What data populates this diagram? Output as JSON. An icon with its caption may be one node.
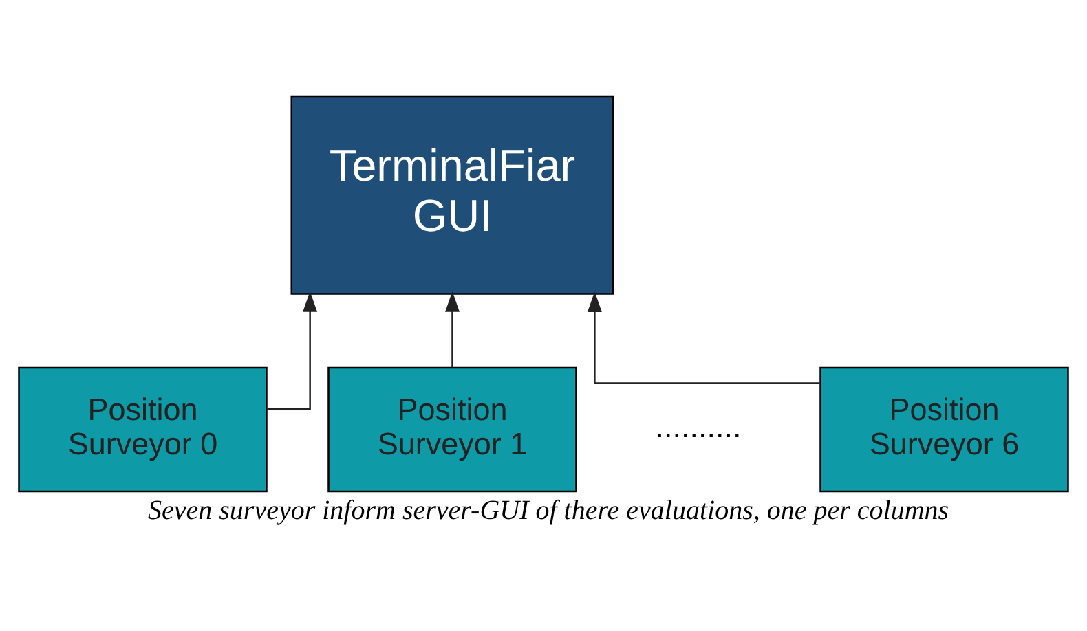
{
  "diagram": {
    "caption": "Seven surveyor inform server-GUI of there evaluations, one per columns",
    "nodes": [
      {
        "text": [
          "TerminalFiar GUI"
        ]
      },
      {
        "text": [
          "Position Surveyor 0"
        ]
      },
      {
        "text": [
          "Position Surveyor 1"
        ]
      },
      {
        "text": [
          "Position Surveyor 6"
        ]
      }
    ],
    "edges": [
      {
        "from": 1,
        "to": 0,
        "arrow": "to"
      },
      {
        "from": 2,
        "to": 0,
        "arrow": "to"
      },
      {
        "from": 3,
        "to": 0,
        "arrow": "to"
      }
    ],
    "labels": [
      ".........."
    ]
  }
}
